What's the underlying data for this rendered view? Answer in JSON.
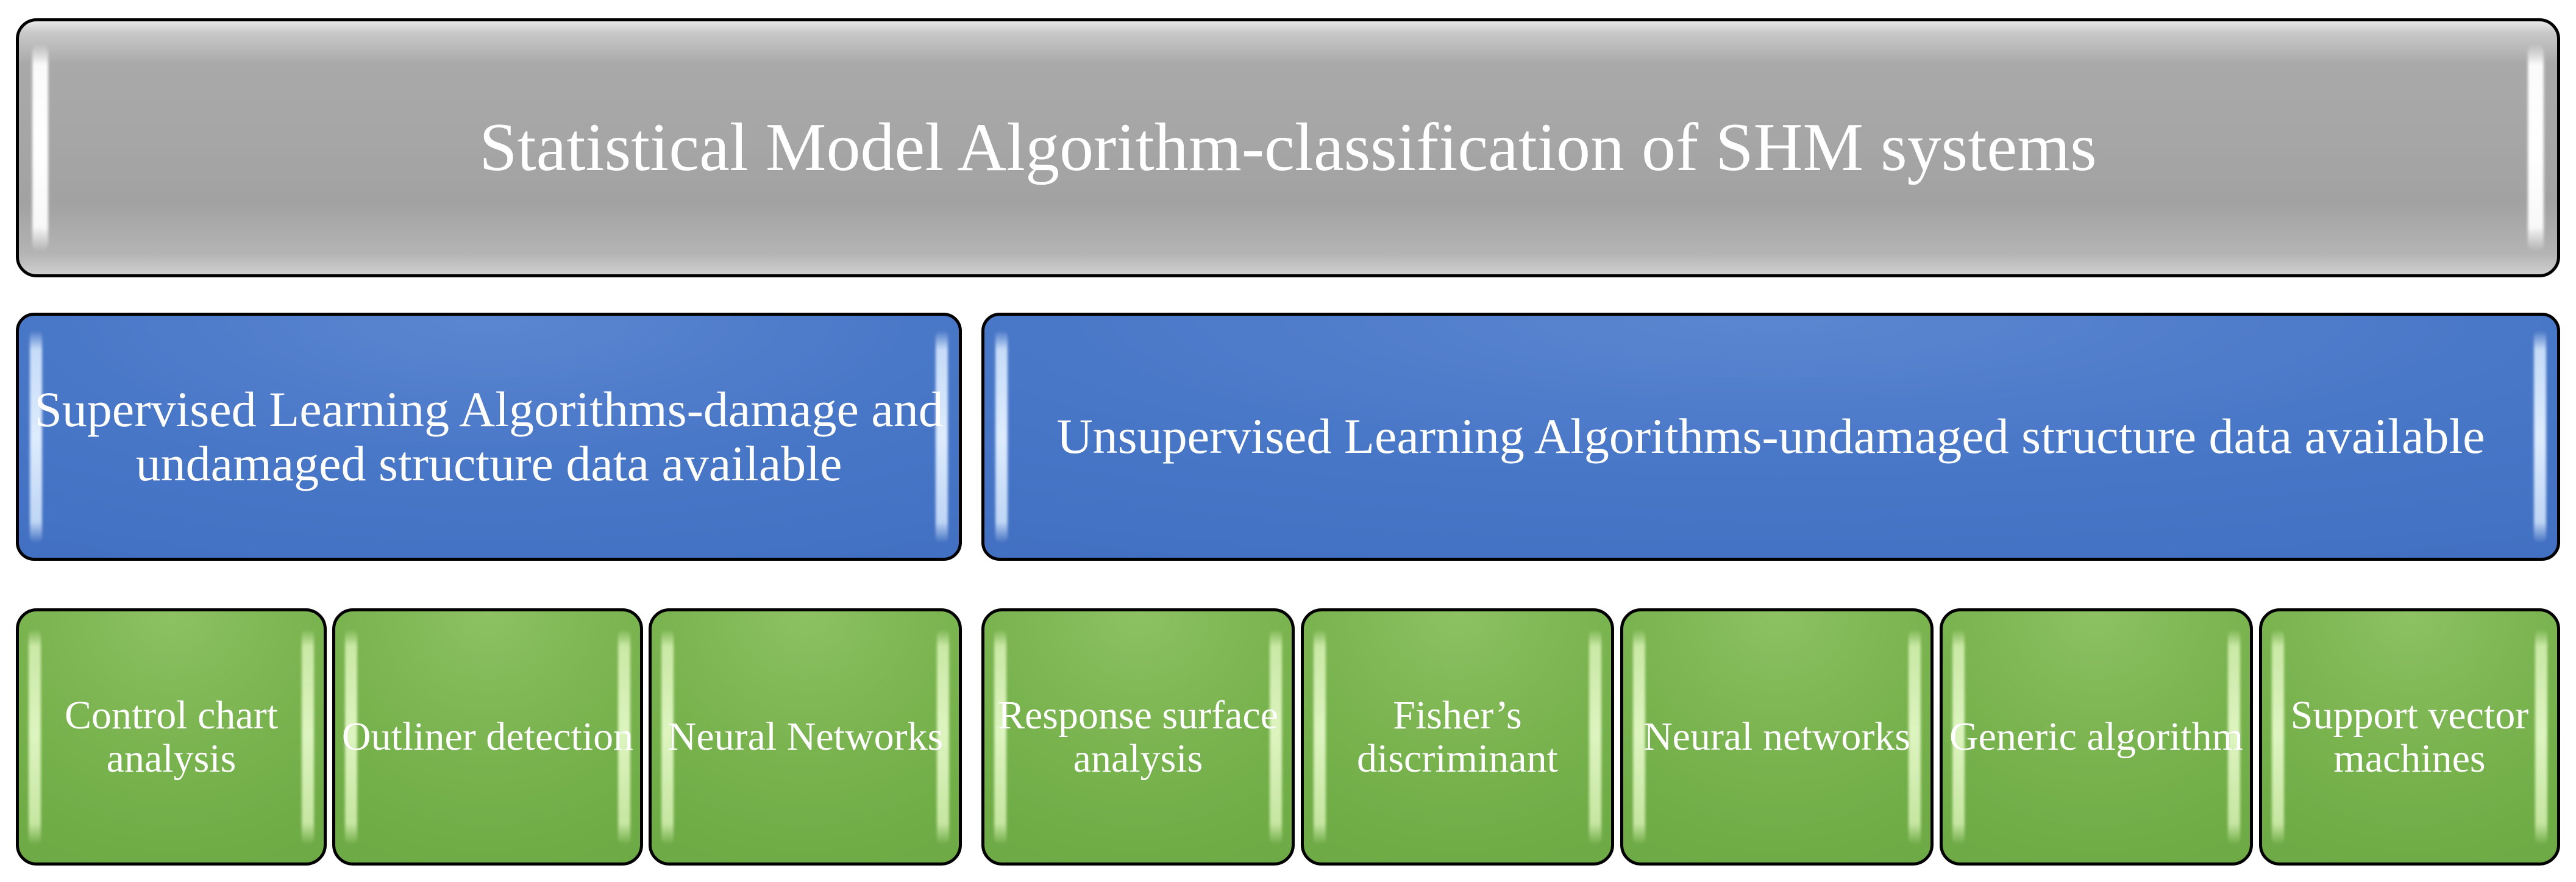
{
  "diagram": {
    "title": "Statistical Model Algorithm-classification of SHM systems",
    "colors": {
      "title_fill": "#A6A6A6",
      "branch_fill": "#4472C4",
      "leaf_fill": "#70AD47",
      "border": "#000000",
      "text": "#FFFFFF",
      "background": "#FFFFFF"
    },
    "root": {
      "label": "Statistical Model Algorithm-classification of SHM systems"
    },
    "branches": [
      {
        "id": "supervised",
        "label": "Supervised Learning Algorithms-damage and undamaged structure data available",
        "leaves": [
          {
            "id": "control-chart-analysis",
            "label": "Control chart analysis"
          },
          {
            "id": "outliner-detection",
            "label": "Outliner detection"
          },
          {
            "id": "neural-networks-supervised",
            "label": "Neural Networks"
          }
        ]
      },
      {
        "id": "unsupervised",
        "label": "Unsupervised Learning Algorithms-undamaged structure data available",
        "leaves": [
          {
            "id": "response-surface-analysis",
            "label": "Response surface analysis"
          },
          {
            "id": "fishers-discriminant",
            "label": "Fisher’s discriminant"
          },
          {
            "id": "neural-networks-unsupervised",
            "label": "Neural networks"
          },
          {
            "id": "generic-algorithm",
            "label": "Generic algorithm"
          },
          {
            "id": "support-vector-machines",
            "label": "Support vector machines"
          }
        ]
      }
    ]
  }
}
